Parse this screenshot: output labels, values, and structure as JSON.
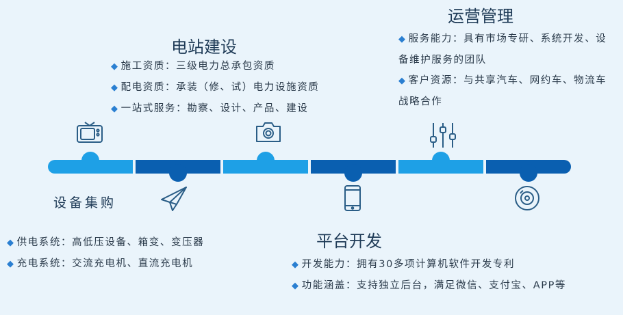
{
  "colors": {
    "light": "#1ea0e6",
    "dark": "#0a5fb0",
    "icon": "#2a5d86",
    "accent": "#2a7fd1"
  },
  "timeline": {
    "segments": [
      "light",
      "dark",
      "light",
      "dark",
      "light",
      "dark"
    ],
    "knobs": [
      "up",
      "down",
      "up",
      "down",
      "up",
      "down"
    ]
  },
  "sections": {
    "power_station": {
      "title": "电站建设",
      "bullets": [
        "施工资质：三级电力总承包资质",
        "配电资质：承装（修、试）电力设施资质",
        "一站式服务：勘察、设计、产品、建设"
      ]
    },
    "operations": {
      "title": "运营管理",
      "bullets": [
        "服务能力：具有市场专研、系统开发、设备维护服务的团队",
        "客户资源：与共享汽车、网约车、物流车战略合作"
      ]
    },
    "procurement": {
      "title": "设备集购",
      "bullets": [
        "供电系统：高低压设备、箱变、变压器",
        "充电系统：交流充电机、直流充电机"
      ]
    },
    "platform": {
      "title": "平台开发",
      "bullets": [
        "开发能力：拥有30多项计算机软件开发专利",
        "功能涵盖：支持独立后台，满足微信、支付宝、APP等"
      ]
    }
  },
  "bullet_marker": "◆",
  "icons": [
    "tv-icon",
    "paper-plane-icon",
    "camera-icon",
    "phone-icon",
    "equalizer-icon",
    "disc-icon"
  ]
}
